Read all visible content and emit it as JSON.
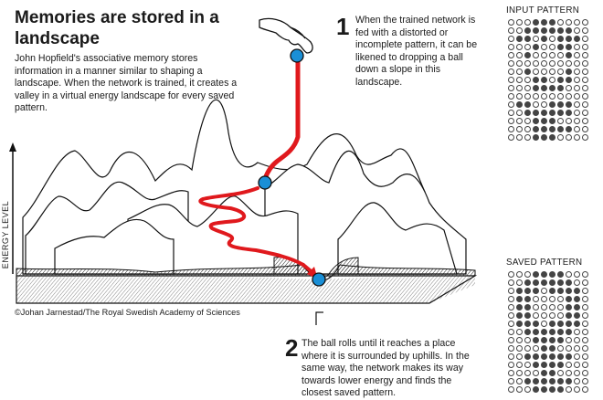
{
  "title": "Memories are stored in a landscape",
  "intro": "John Hopfield's associative memory stores information in a manner similar to shaping a landscape. When the network is trained, it creates a valley in a virtual energy landscape for every saved pattern.",
  "step1": {
    "number": "1",
    "text": "When the trained network is fed with a distorted or incomplete pattern, it can be likened to dropping a ball down a slope in this landscape."
  },
  "step2": {
    "number": "2",
    "text": "The ball rolls until it reaches a place where it is surrounded by uphills. In the same way, the network makes its way towards lower energy and finds the closest saved pattern."
  },
  "axis_label": "ENERGY LEVEL",
  "credit": "©Johan Jarnestad/The Royal Swedish Academy of Sciences",
  "input_pattern": {
    "label": "INPUT PATTERN",
    "rows": [
      "0001110000",
      "0011111100",
      "0110101110",
      "0001001100",
      "0010000100",
      "0000000000",
      "0010000100",
      "0001101100",
      "0001111000",
      "0000000000",
      "0110011100",
      "0011111100",
      "0001110000",
      "0001111100",
      "0001110000"
    ]
  },
  "saved_pattern": {
    "label": "SAVED PATTERN",
    "rows": [
      "0001111000",
      "0011111100",
      "0111011110",
      "0110000110",
      "0110000110",
      "0110000110",
      "0111011110",
      "0011111100",
      "0001111000",
      "0000110000",
      "0011111100",
      "0001111000",
      "0000110000",
      "0011111100",
      "0001111000"
    ]
  },
  "colors": {
    "path": "#e0191d",
    "ball": "#1a8fd6",
    "ink": "#1a1a1a"
  },
  "icons": [
    "hand-icon",
    "ball-icon"
  ]
}
